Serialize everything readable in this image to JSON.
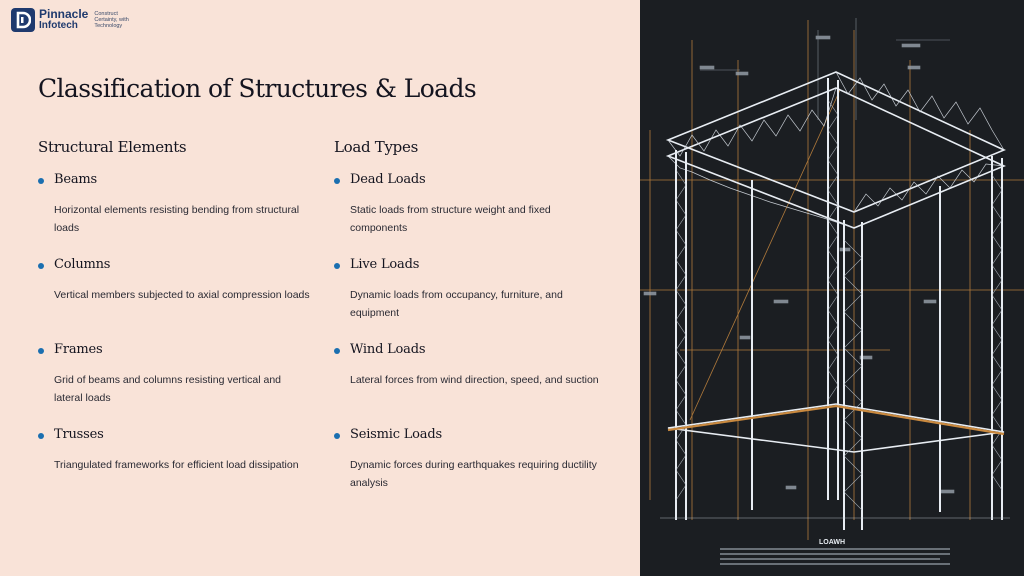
{
  "logo": {
    "name_line1": "Pinnacle",
    "name_line2": "Infotech",
    "tagline": "Construct Certainty, with Technology"
  },
  "title": "Classification of Structures & Loads",
  "columns": [
    {
      "heading": "Structural Elements",
      "items": [
        {
          "title": "Beams",
          "desc": "Horizontal elements resisting bending from structural loads"
        },
        {
          "title": "Columns",
          "desc": "Vertical members subjected to axial compression loads"
        },
        {
          "title": "Frames",
          "desc": "Grid of beams and columns resisting vertical and lateral loads"
        },
        {
          "title": "Trusses",
          "desc": "Triangulated frameworks for efficient load dissipation"
        }
      ]
    },
    {
      "heading": "Load Types",
      "items": [
        {
          "title": "Dead Loads",
          "desc": "Static loads from structure weight and fixed components"
        },
        {
          "title": "Live Loads",
          "desc": "Dynamic loads from occupancy, furniture, and equipment"
        },
        {
          "title": "Wind Loads",
          "desc": "Lateral forces from wind direction, speed, and suction"
        },
        {
          "title": "Seismic Loads",
          "desc": "Dynamic forces during earthquakes requiring ductility analysis"
        }
      ]
    }
  ],
  "image": {
    "caption": "LOAWH"
  },
  "colors": {
    "background": "#f9e3d8",
    "bullet": "#1b6fb0",
    "brand": "#1f3a6e",
    "image_bg": "#1b1e22"
  }
}
